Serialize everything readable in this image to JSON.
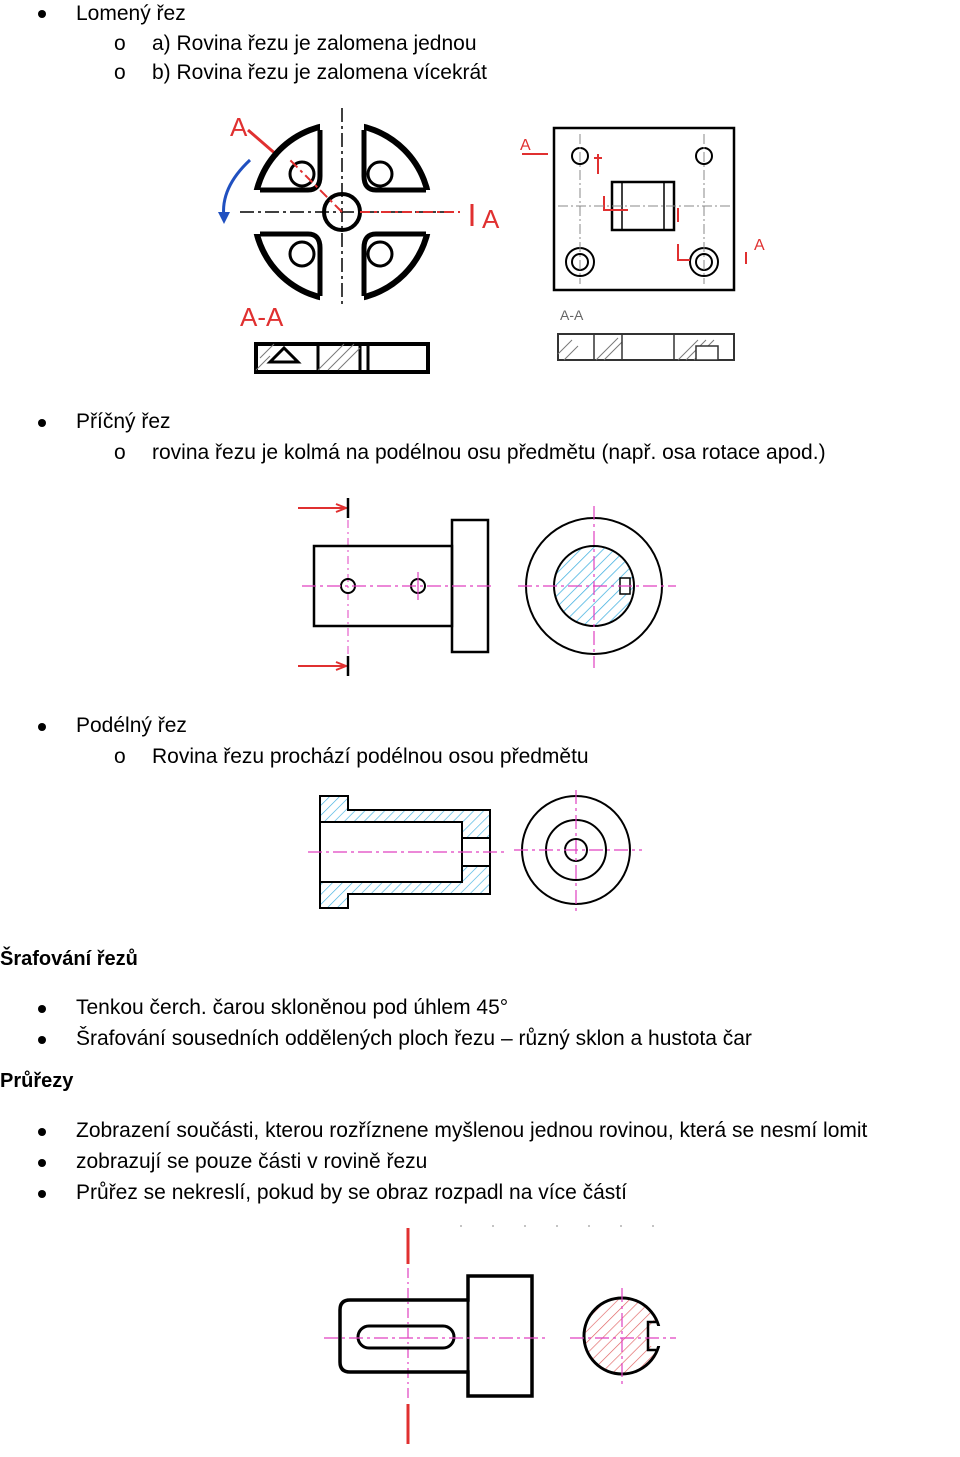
{
  "sections": {
    "lomeny": {
      "title": "Lomený řez",
      "items": [
        "a) Rovina řezu je zalomena jednou",
        "b) Rovina řezu je zalomena vícekrát"
      ]
    },
    "pricny": {
      "title": "Příčný řez",
      "items": [
        "rovina řezu je kolmá na podélnou osu předmětu (např. osa rotace apod.)"
      ]
    },
    "podelny": {
      "title": "Podélný řez",
      "items": [
        "Rovina řezu prochází podélnou osou předmětu"
      ]
    },
    "srafovani": {
      "heading": "Šrafování řezů",
      "items": [
        "Tenkou čerch. čarou skloněnou pod úhlem 45°",
        "Šrafování sousedních oddělených ploch řezu – různý sklon a hustota čar"
      ]
    },
    "prurezy": {
      "heading": "Průřezy",
      "items": [
        "Zobrazení součásti, kterou rozříznene myšlenou jednou rovinou, která se nesmí lomit",
        "zobrazují se pouze části v rovině řezu",
        "Průřez se nekreslí, pokud by se obraz rozpadl na více částí"
      ]
    }
  },
  "sub_marker": "o",
  "figures": {
    "fig1_labels": {
      "cut_a_top": "A",
      "cut_a_right": "A",
      "section_title": "A-A"
    },
    "fig2_labels": {
      "cut_a_left": "A",
      "cut_a_right": "A",
      "section_title": "A-A"
    }
  },
  "colors": {
    "red": "#e03030",
    "blue": "#2050c0",
    "magenta": "#e040c0",
    "cyan": "#40b0e0",
    "hatch_red": "#e06060"
  }
}
